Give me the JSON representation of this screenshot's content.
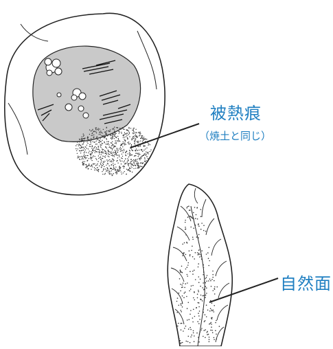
{
  "colors": {
    "accent": "#1f7fc1",
    "line": "#222222",
    "shade": "#c9c9c9"
  },
  "labels": {
    "heat_mark": "被熱痕",
    "heat_mark_note": "（焼土と同じ）",
    "natural_surface": "自然面"
  }
}
